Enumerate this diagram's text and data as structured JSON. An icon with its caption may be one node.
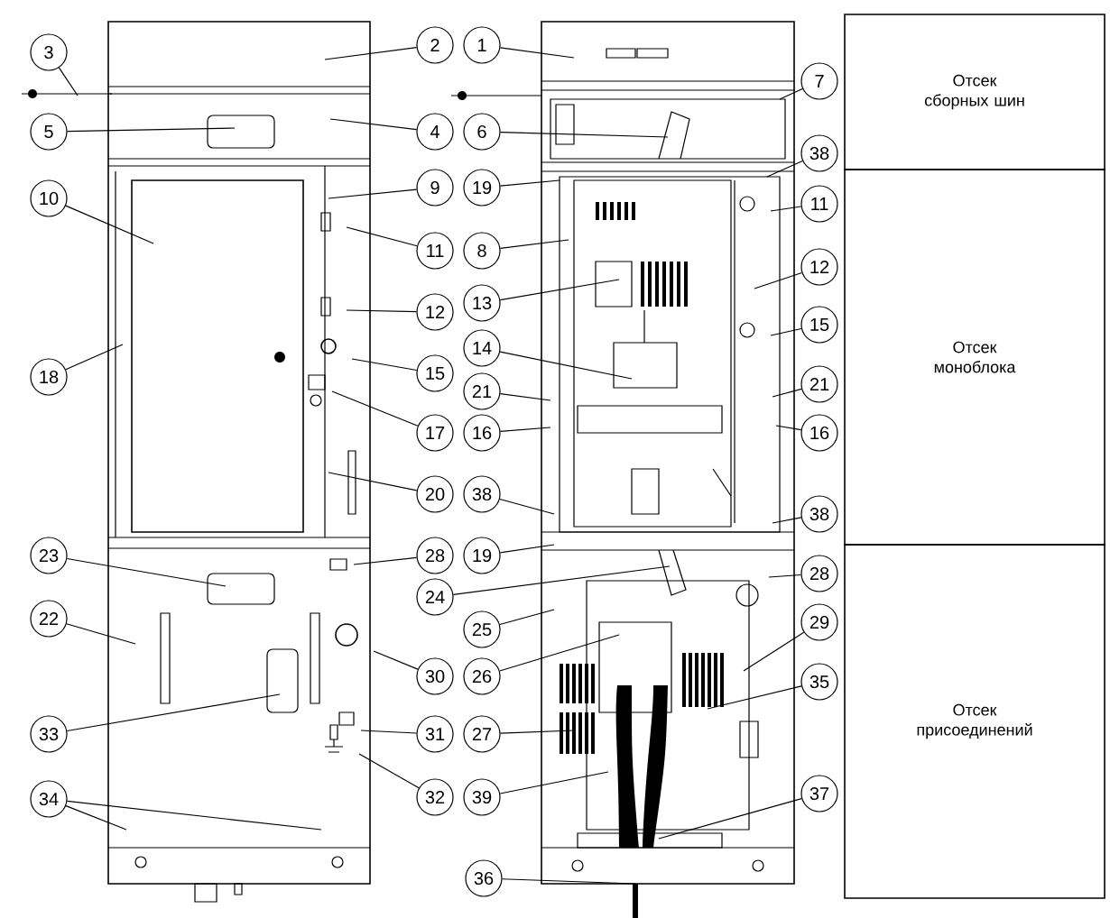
{
  "diagram": {
    "nodes": [
      {
        "text": [
          "3"
        ]
      },
      {
        "text": [
          "5"
        ]
      },
      {
        "text": [
          "10"
        ]
      },
      {
        "text": [
          "18"
        ]
      },
      {
        "text": [
          "23"
        ]
      },
      {
        "text": [
          "22"
        ]
      },
      {
        "text": [
          "33"
        ]
      },
      {
        "text": [
          "34"
        ]
      },
      {
        "text": [
          "2"
        ]
      },
      {
        "text": [
          "4"
        ]
      },
      {
        "text": [
          "9"
        ]
      },
      {
        "text": [
          "11"
        ]
      },
      {
        "text": [
          "12"
        ]
      },
      {
        "text": [
          "15"
        ]
      },
      {
        "text": [
          "17"
        ]
      },
      {
        "text": [
          "20"
        ]
      },
      {
        "text": [
          "28"
        ]
      },
      {
        "text": [
          "30"
        ]
      },
      {
        "text": [
          "31"
        ]
      },
      {
        "text": [
          "32"
        ]
      },
      {
        "text": [
          "1"
        ]
      },
      {
        "text": [
          "6"
        ]
      },
      {
        "text": [
          "19"
        ]
      },
      {
        "text": [
          "8"
        ]
      },
      {
        "text": [
          "13"
        ]
      },
      {
        "text": [
          "14"
        ]
      },
      {
        "text": [
          "21"
        ]
      },
      {
        "text": [
          "16"
        ]
      },
      {
        "text": [
          "38"
        ]
      },
      {
        "text": [
          "19"
        ]
      },
      {
        "text": [
          "24"
        ]
      },
      {
        "text": [
          "25"
        ]
      },
      {
        "text": [
          "26"
        ]
      },
      {
        "text": [
          "27"
        ]
      },
      {
        "text": [
          "39"
        ]
      },
      {
        "text": [
          "36"
        ]
      },
      {
        "text": [
          "7"
        ]
      },
      {
        "text": [
          "38"
        ]
      },
      {
        "text": [
          "11"
        ]
      },
      {
        "text": [
          "12"
        ]
      },
      {
        "text": [
          "15"
        ]
      },
      {
        "text": [
          "21"
        ]
      },
      {
        "text": [
          "16"
        ]
      },
      {
        "text": [
          "38"
        ]
      },
      {
        "text": [
          "28"
        ]
      },
      {
        "text": [
          "29"
        ]
      },
      {
        "text": [
          "35"
        ]
      },
      {
        "text": [
          "37"
        ]
      },
      {
        "text": [
          "Отсек сборных шин"
        ]
      },
      {
        "text": [
          "Отсек моноблока"
        ]
      },
      {
        "text": [
          "Отсек присоединений"
        ]
      }
    ],
    "edges": [
      {
        "from": 0,
        "to": null,
        "arrow": "none"
      },
      {
        "from": 1,
        "to": null,
        "arrow": "none"
      },
      {
        "from": 2,
        "to": null,
        "arrow": "none"
      },
      {
        "from": 3,
        "to": null,
        "arrow": "none"
      },
      {
        "from": 4,
        "to": null,
        "arrow": "none"
      },
      {
        "from": 5,
        "to": null,
        "arrow": "none"
      },
      {
        "from": 6,
        "to": null,
        "arrow": "none"
      },
      {
        "from": 7,
        "to": null,
        "arrow": "none"
      },
      {
        "from": 7,
        "to": null,
        "arrow": "none"
      },
      {
        "from": 8,
        "to": null,
        "arrow": "none"
      },
      {
        "from": 9,
        "to": null,
        "arrow": "none"
      },
      {
        "from": 10,
        "to": null,
        "arrow": "none"
      },
      {
        "from": 11,
        "to": null,
        "arrow": "none"
      },
      {
        "from": 12,
        "to": null,
        "arrow": "none"
      },
      {
        "from": 13,
        "to": null,
        "arrow": "none"
      },
      {
        "from": 14,
        "to": null,
        "arrow": "none"
      },
      {
        "from": 15,
        "to": null,
        "arrow": "none"
      },
      {
        "from": 16,
        "to": null,
        "arrow": "none"
      },
      {
        "from": 17,
        "to": null,
        "arrow": "none"
      },
      {
        "from": 18,
        "to": null,
        "arrow": "none"
      },
      {
        "from": 19,
        "to": null,
        "arrow": "none"
      },
      {
        "from": 20,
        "to": null,
        "arrow": "none"
      },
      {
        "from": 21,
        "to": null,
        "arrow": "none"
      },
      {
        "from": 22,
        "to": null,
        "arrow": "none"
      },
      {
        "from": 23,
        "to": null,
        "arrow": "none"
      },
      {
        "from": 24,
        "to": null,
        "arrow": "none"
      },
      {
        "from": 25,
        "to": null,
        "arrow": "none"
      },
      {
        "from": 26,
        "to": null,
        "arrow": "none"
      },
      {
        "from": 27,
        "to": null,
        "arrow": "none"
      },
      {
        "from": 28,
        "to": null,
        "arrow": "none"
      },
      {
        "from": 29,
        "to": null,
        "arrow": "none"
      },
      {
        "from": 30,
        "to": null,
        "arrow": "none"
      },
      {
        "from": 31,
        "to": null,
        "arrow": "none"
      },
      {
        "from": 32,
        "to": null,
        "arrow": "none"
      },
      {
        "from": 33,
        "to": null,
        "arrow": "none"
      },
      {
        "from": 34,
        "to": null,
        "arrow": "none"
      },
      {
        "from": 35,
        "to": null,
        "arrow": "none"
      },
      {
        "from": 36,
        "to": null,
        "arrow": "none"
      },
      {
        "from": 37,
        "to": null,
        "arrow": "none"
      },
      {
        "from": 38,
        "to": null,
        "arrow": "none"
      },
      {
        "from": 39,
        "to": null,
        "arrow": "none"
      },
      {
        "from": 40,
        "to": null,
        "arrow": "none"
      },
      {
        "from": 41,
        "to": null,
        "arrow": "none"
      },
      {
        "from": 42,
        "to": null,
        "arrow": "none"
      },
      {
        "from": 43,
        "to": null,
        "arrow": "none"
      },
      {
        "from": 44,
        "to": null,
        "arrow": "none"
      },
      {
        "from": 45,
        "to": null,
        "arrow": "none"
      },
      {
        "from": 46,
        "to": null,
        "arrow": "none"
      },
      {
        "from": 47,
        "to": null,
        "arrow": "none"
      }
    ]
  }
}
